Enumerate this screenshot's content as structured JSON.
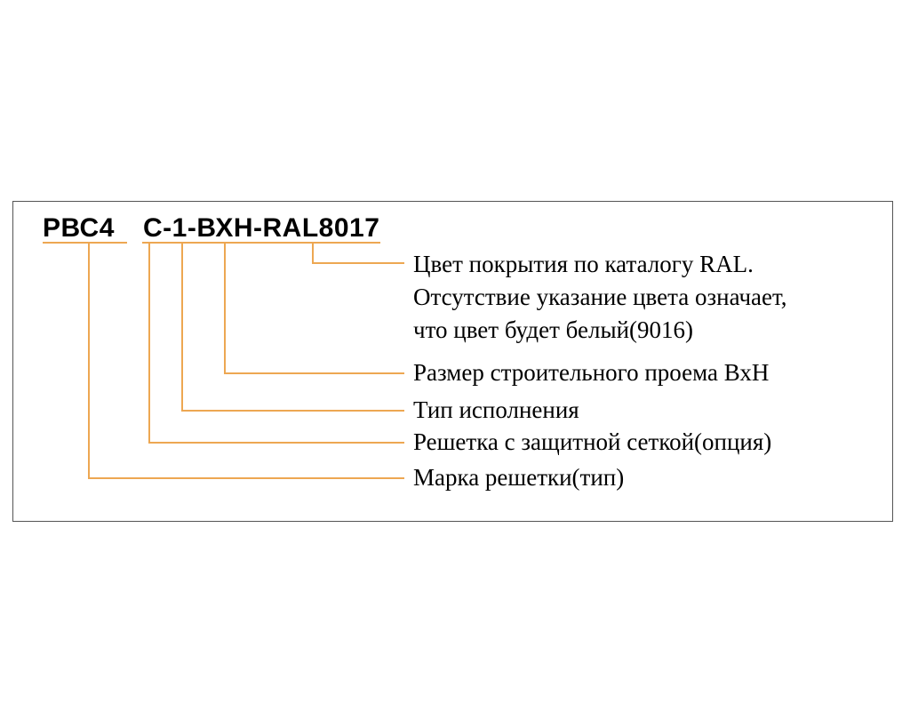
{
  "diagram": {
    "code": {
      "part1": "РВС4",
      "part2": "С-1-ВХН-RAL8017"
    },
    "line_color": "#EDA752",
    "frame_border_color": "#555555",
    "callouts": [
      "Цвет покрытия по каталогу RAL.\nОтсутствие указание цвета означает,\nчто цвет будет белый(9016)",
      "Размер строительного проема ВхН",
      "Тип исполнения",
      "Решетка с защитной сеткой(опция)",
      "Марка решетки(тип)"
    ]
  }
}
